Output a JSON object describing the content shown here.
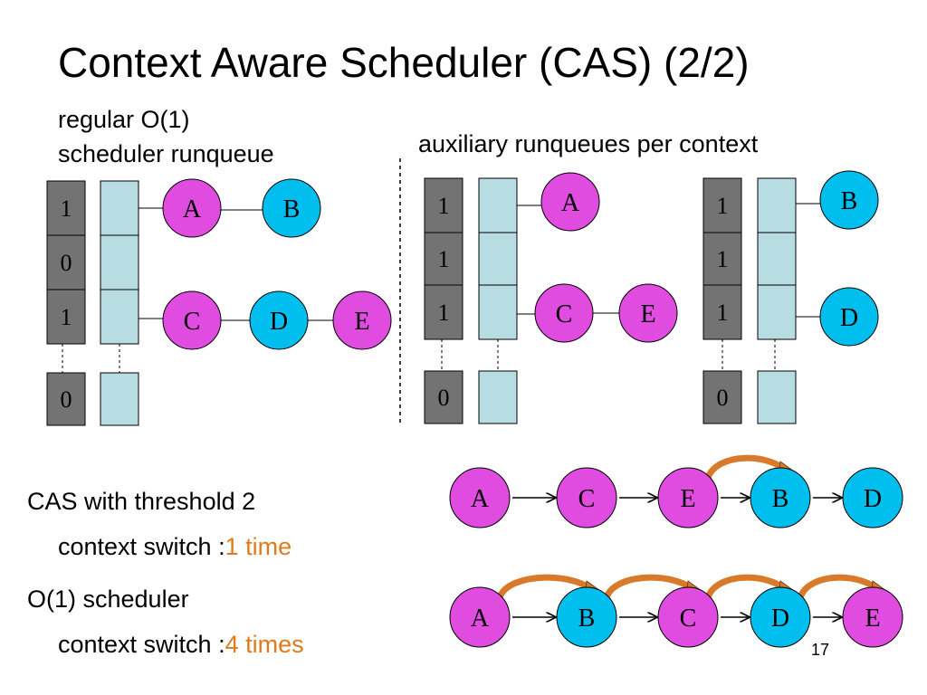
{
  "title": "Context Aware Scheduler (CAS) (2/2)",
  "page_number": "17",
  "colors": {
    "magenta": "#e04be0",
    "cyan": "#00bfef",
    "bitmap_cell": "#737373",
    "queue_cell": "#b7dde3",
    "arrow": "#d87a2a"
  },
  "regular": {
    "label_line1": "regular O(1)",
    "label_line2": "scheduler runqueue",
    "bitmap": [
      "1",
      "0",
      "1",
      "0"
    ],
    "nodes": [
      {
        "id": "A",
        "color": "magenta"
      },
      {
        "id": "B",
        "color": "cyan"
      },
      {
        "id": "C",
        "color": "magenta"
      },
      {
        "id": "D",
        "color": "cyan"
      },
      {
        "id": "E",
        "color": "magenta"
      }
    ]
  },
  "auxiliary": {
    "label": "auxiliary runqueues per context",
    "queues": [
      {
        "bitmap": [
          "1",
          "1",
          "1",
          "0"
        ],
        "nodes": [
          "A",
          "C",
          "E"
        ]
      },
      {
        "bitmap": [
          "1",
          "1",
          "1",
          "0"
        ],
        "nodes": [
          "B",
          "D"
        ]
      }
    ]
  },
  "cas": {
    "heading": "CAS with threshold 2",
    "switch_label": "context switch :",
    "switch_value": "1 time",
    "sequence": [
      {
        "id": "A",
        "color": "magenta"
      },
      {
        "id": "C",
        "color": "magenta"
      },
      {
        "id": "E",
        "color": "magenta"
      },
      {
        "id": "B",
        "color": "cyan"
      },
      {
        "id": "D",
        "color": "cyan"
      }
    ],
    "switch_arrows": 1
  },
  "o1": {
    "heading": "O(1) scheduler",
    "switch_label": "context switch :",
    "switch_value": "4 times",
    "sequence": [
      {
        "id": "A",
        "color": "magenta"
      },
      {
        "id": "B",
        "color": "cyan"
      },
      {
        "id": "C",
        "color": "magenta"
      },
      {
        "id": "D",
        "color": "cyan"
      },
      {
        "id": "E",
        "color": "magenta"
      }
    ],
    "switch_arrows": 4
  }
}
